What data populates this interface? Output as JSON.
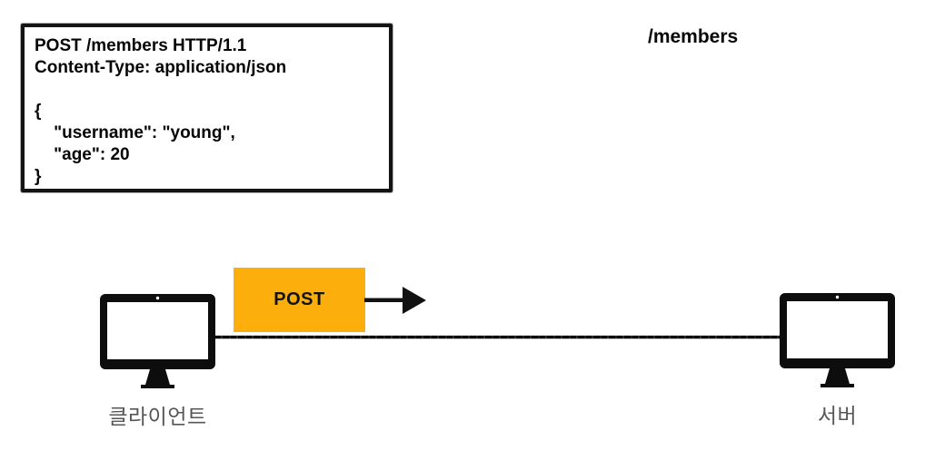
{
  "diagram": {
    "request_box": {
      "code": "POST /members HTTP/1.1\nContent-Type: application/json\n\n{\n    \"username\": \"young\",\n    \"age\": 20\n}"
    },
    "endpoint_label": "/members",
    "method_badge_label": "POST",
    "client_label": "클라이언트",
    "server_label": "서버",
    "colors": {
      "method_badge_bg": "#FCAE0C",
      "node_label_gray": "#565656",
      "ink": "#0c0c0c"
    },
    "icons": {
      "client": "monitor-icon",
      "server": "monitor-icon",
      "flow": "right-arrow-icon"
    }
  }
}
